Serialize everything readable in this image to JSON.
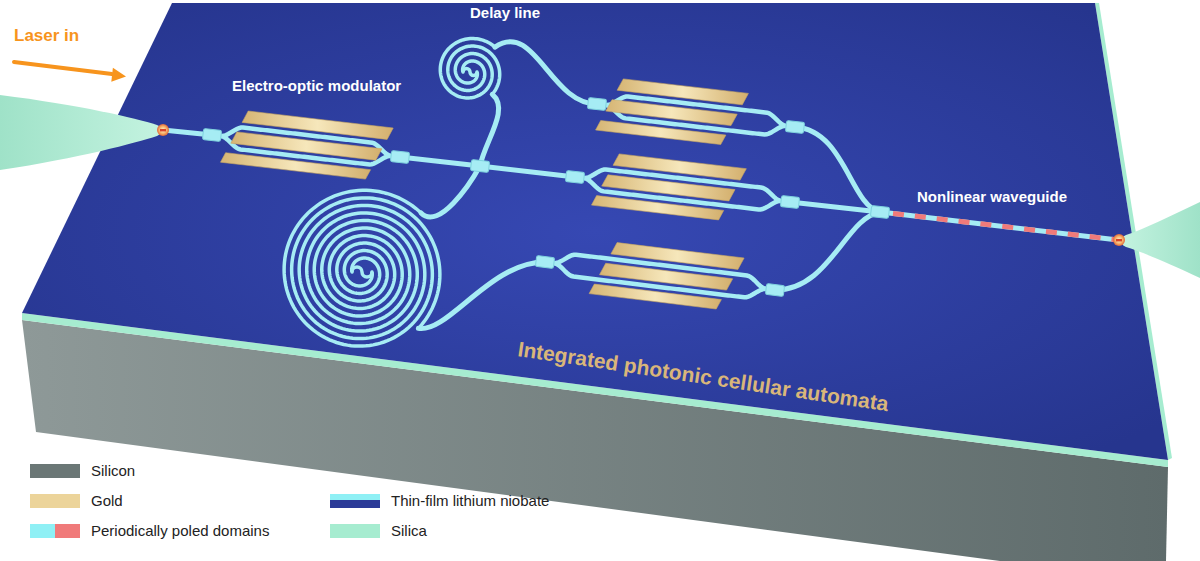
{
  "diagram": {
    "labels": [
      "Laser in",
      "Delay line",
      "Electro-optic modulator",
      "Nonlinear waveguide",
      "Integrated photonic cellular automata"
    ],
    "legend": [
      {
        "text": "Silicon",
        "color": "#6b7776"
      },
      {
        "text": "Gold",
        "color": "#ecd49a"
      },
      {
        "text": "Periodically poled domains"
      },
      {
        "text": "Thin-film lithium niobate"
      },
      {
        "text": "Silica",
        "color": "#a6ecd0"
      }
    ]
  }
}
